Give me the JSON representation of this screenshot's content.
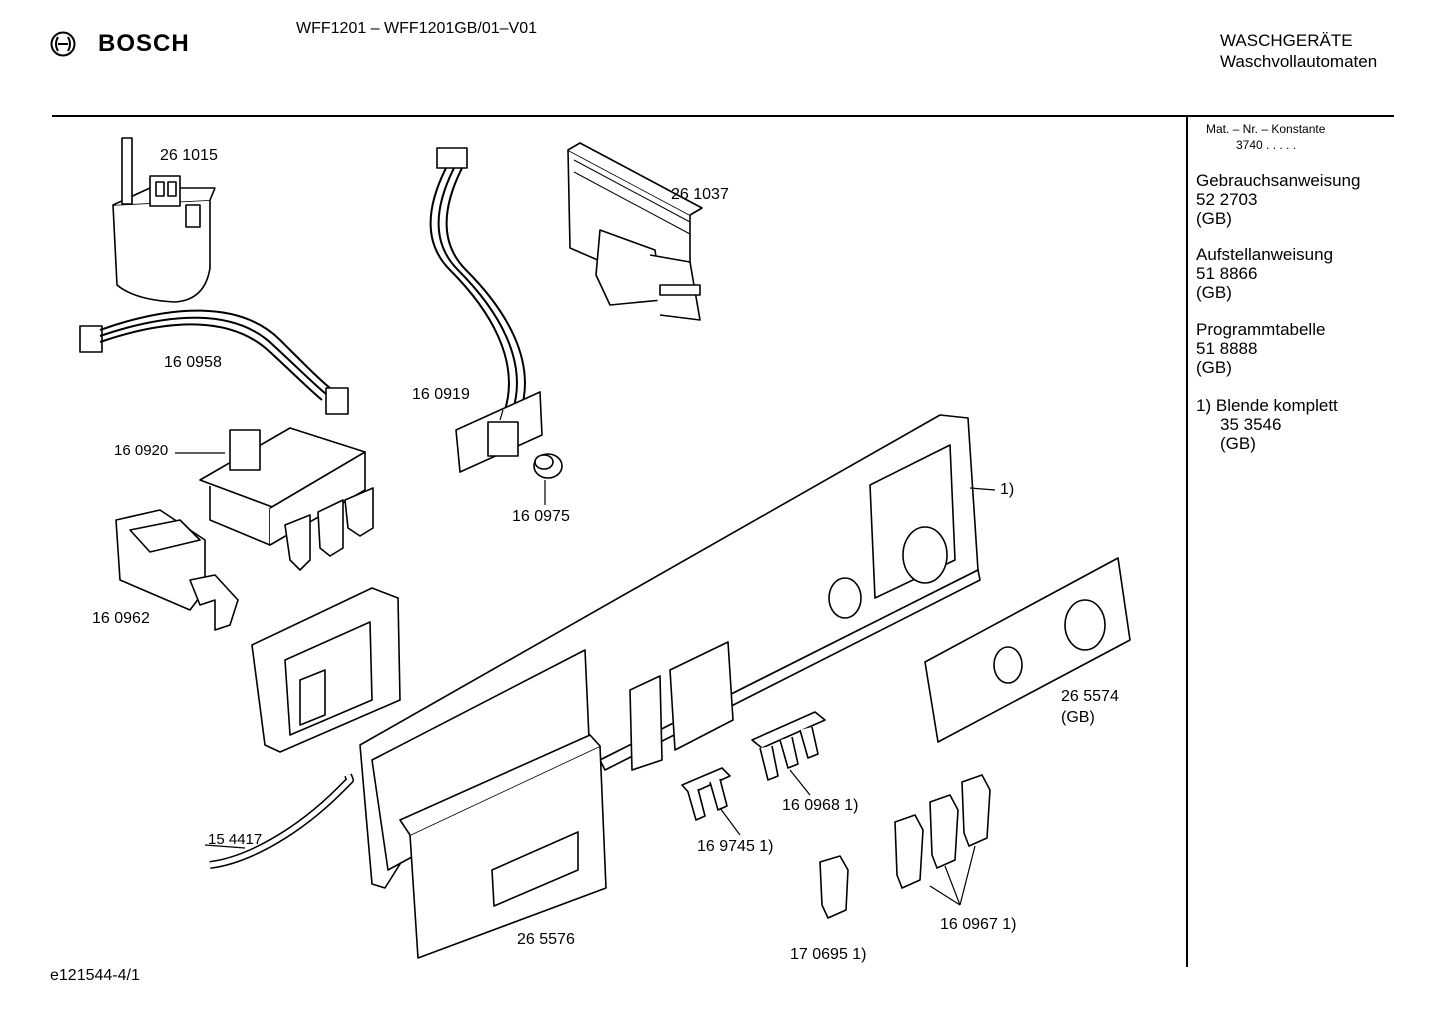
{
  "header": {
    "brand": "BOSCH",
    "model": "WFF1201 – WFF1201GB/01–V01",
    "category_line1": "WASCHGERÄTE",
    "category_line2": "Waschvollautomaten"
  },
  "sidebar": {
    "mat_nr_label": "Mat. – Nr. – Konstante",
    "mat_nr_value": "3740  .  .  .  .  .",
    "docs": [
      {
        "title": "Gebrauchsanweisung",
        "number": "52 2703",
        "region": "(GB)"
      },
      {
        "title": "Aufstellanweisung",
        "number": "51 8866",
        "region": "(GB)"
      },
      {
        "title": "Programmtabelle",
        "number": "51 8888",
        "region": "(GB)"
      }
    ],
    "note": {
      "marker": "1)",
      "title": "Blende komplett",
      "number": "35 3546",
      "region": "(GB)"
    }
  },
  "parts": {
    "p261015": "26 1015",
    "p160958": "16 0958",
    "p160919": "16 0919",
    "p261037": "26 1037",
    "p160920": "16 0920",
    "p160975": "16 0975",
    "p160962": "16 0962",
    "p_blende": "1)",
    "p265574": "26 5574",
    "p265574_region": "(GB)",
    "p160968": "16 0968 1)",
    "p169745": "16 9745 1)",
    "p154417": "15 4417",
    "p265576": "26 5576",
    "p170695": "17 0695 1)",
    "p160967": "16 0967 1)"
  },
  "footer": {
    "code": "e121544-4/1"
  }
}
